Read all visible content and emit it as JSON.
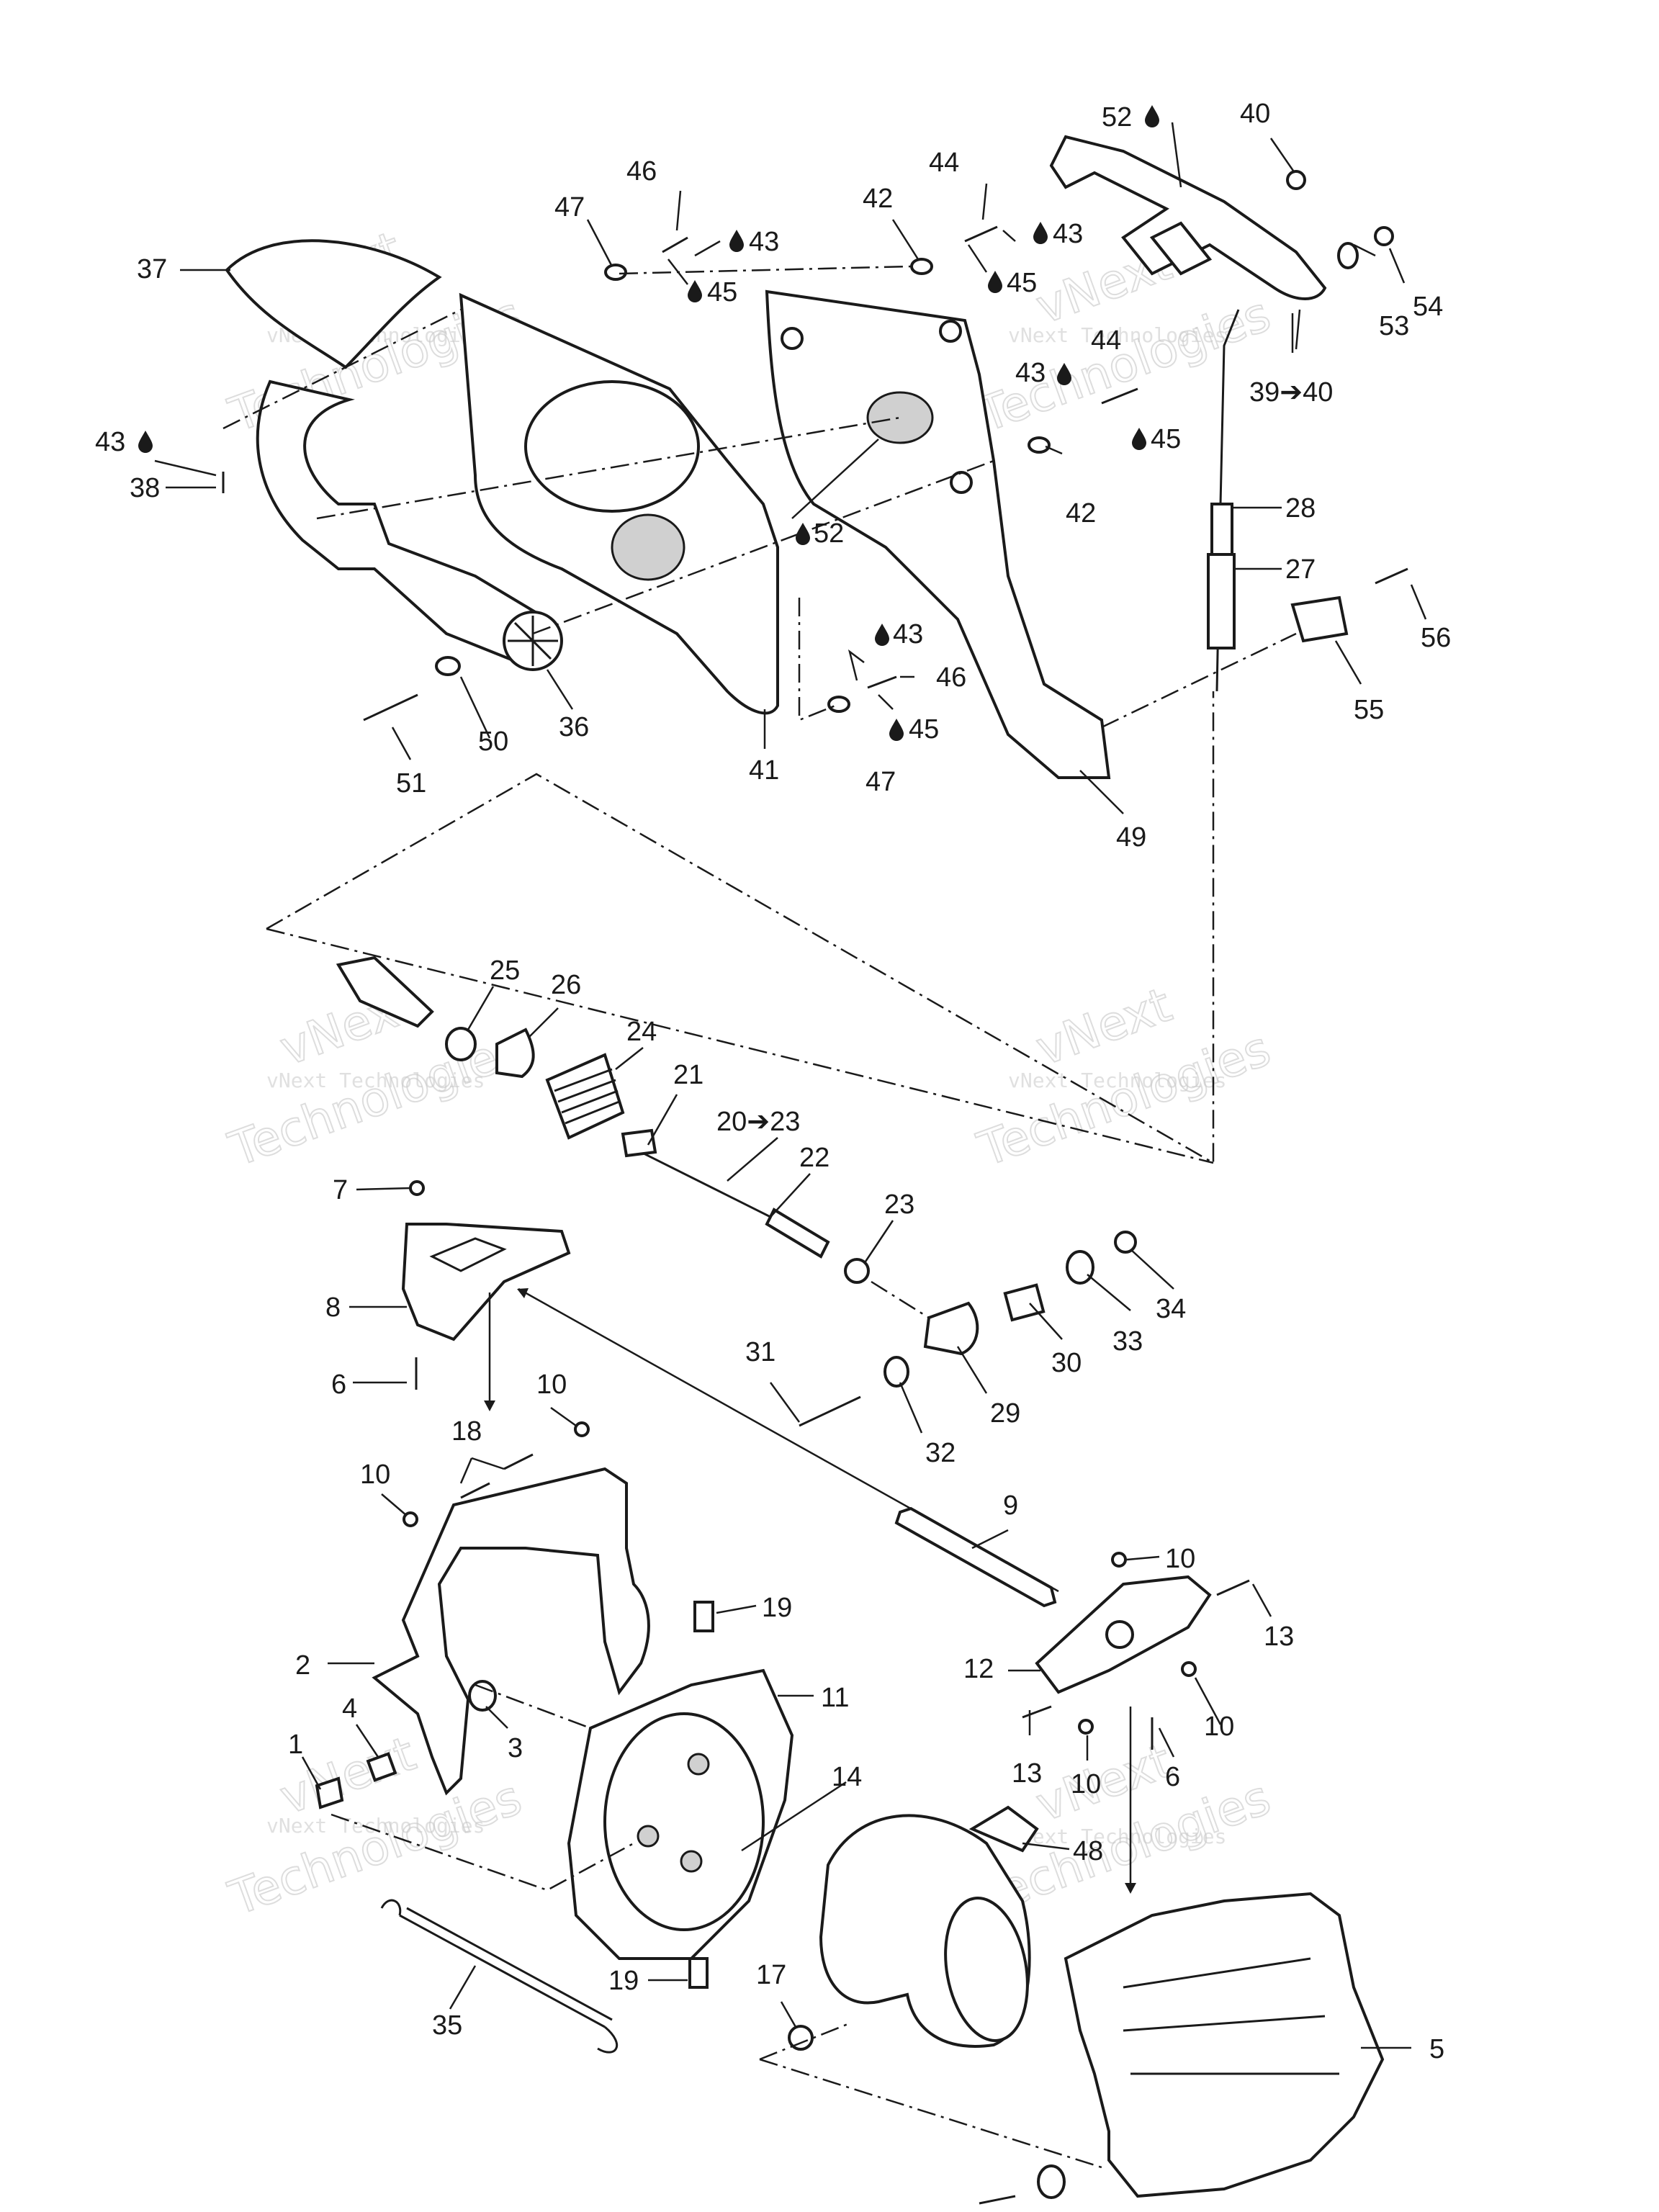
{
  "watermark": {
    "line1": "vNext",
    "line2": "vNext Technologies",
    "line3": "Technologies"
  },
  "callouts": [
    "52",
    "40",
    "37",
    "47",
    "46",
    "43",
    "45",
    "42",
    "44",
    "43",
    "45",
    "53",
    "54",
    "44",
    "43",
    "39➔40",
    "43",
    "38",
    "45",
    "42",
    "52",
    "28",
    "27",
    "56",
    "43",
    "46",
    "36",
    "41",
    "45",
    "47",
    "55",
    "50",
    "51",
    "49",
    "25",
    "26",
    "24",
    "21",
    "20➔23",
    "22",
    "7",
    "23",
    "8",
    "34",
    "33",
    "30",
    "6",
    "31",
    "10",
    "29",
    "32",
    "18",
    "10",
    "9",
    "10",
    "19",
    "13",
    "11",
    "2",
    "12",
    "4",
    "3",
    "14",
    "10",
    "1",
    "13",
    "10",
    "6",
    "48",
    "19",
    "17",
    "35",
    "5"
  ],
  "icons": [
    "sealant-drop-icon"
  ]
}
